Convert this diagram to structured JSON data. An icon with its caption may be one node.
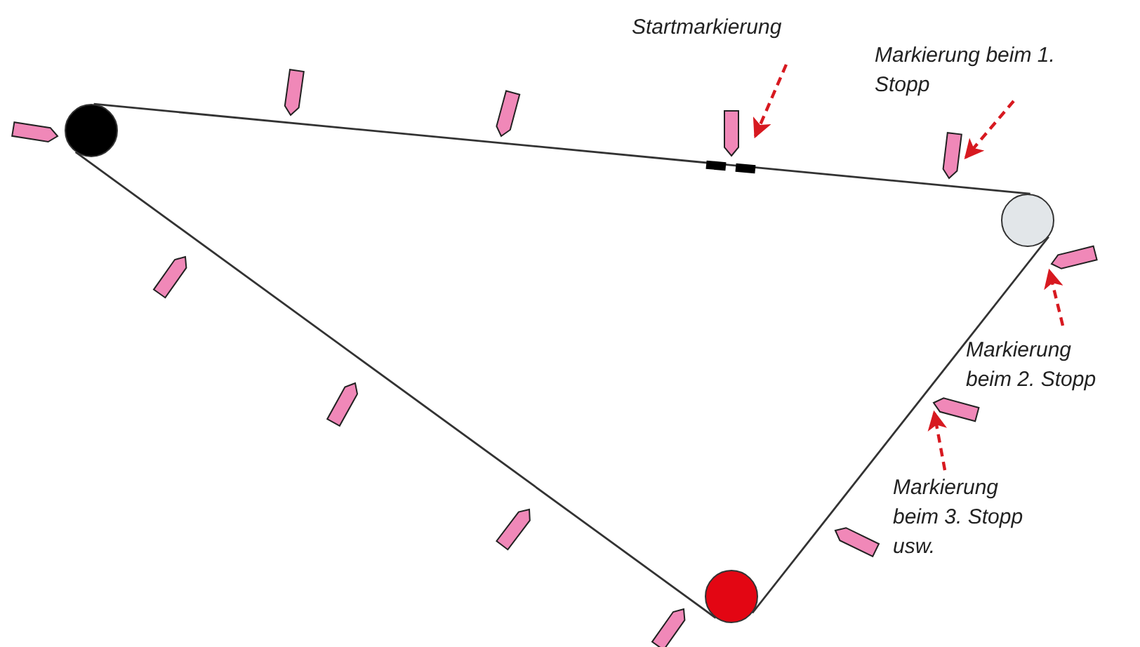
{
  "diagram": {
    "nodes": [
      {
        "text": [],
        "shape": "circle"
      },
      {
        "text": [],
        "shape": "circle"
      },
      {
        "text": [],
        "shape": "circle"
      },
      {
        "text": [
          "Startmarkierung"
        ]
      },
      {
        "text": [
          "Markierung beim 1. Stopp"
        ]
      },
      {
        "text": [
          "Markierung beim 2. Stopp"
        ]
      },
      {
        "text": [
          "Markierung beim 3. Stopp usw."
        ]
      },
      {
        "text": [],
        "shape": "box"
      },
      {
        "text": [],
        "shape": "box"
      },
      {
        "text": [],
        "shape": "box"
      },
      {
        "text": [],
        "shape": "box"
      }
    ],
    "edges": [
      {
        "from": 0,
        "to": 1,
        "arrow": "none",
        "color": "#333333"
      },
      {
        "from": 1,
        "to": 2,
        "arrow": "none",
        "color": "#333333"
      },
      {
        "from": 2,
        "to": 0,
        "arrow": "none",
        "color": "#333333"
      },
      {
        "from": 3,
        "to": 7,
        "arrow": "to",
        "style": "dashed",
        "color": "#d71920"
      },
      {
        "from": 4,
        "to": 8,
        "arrow": "to",
        "style": "dashed",
        "color": "#d71920"
      },
      {
        "from": 5,
        "to": 9,
        "arrow": "to",
        "style": "dashed",
        "color": "#d71920"
      },
      {
        "from": 6,
        "to": 10,
        "arrow": "to",
        "style": "dashed",
        "color": "#d71920"
      }
    ]
  }
}
